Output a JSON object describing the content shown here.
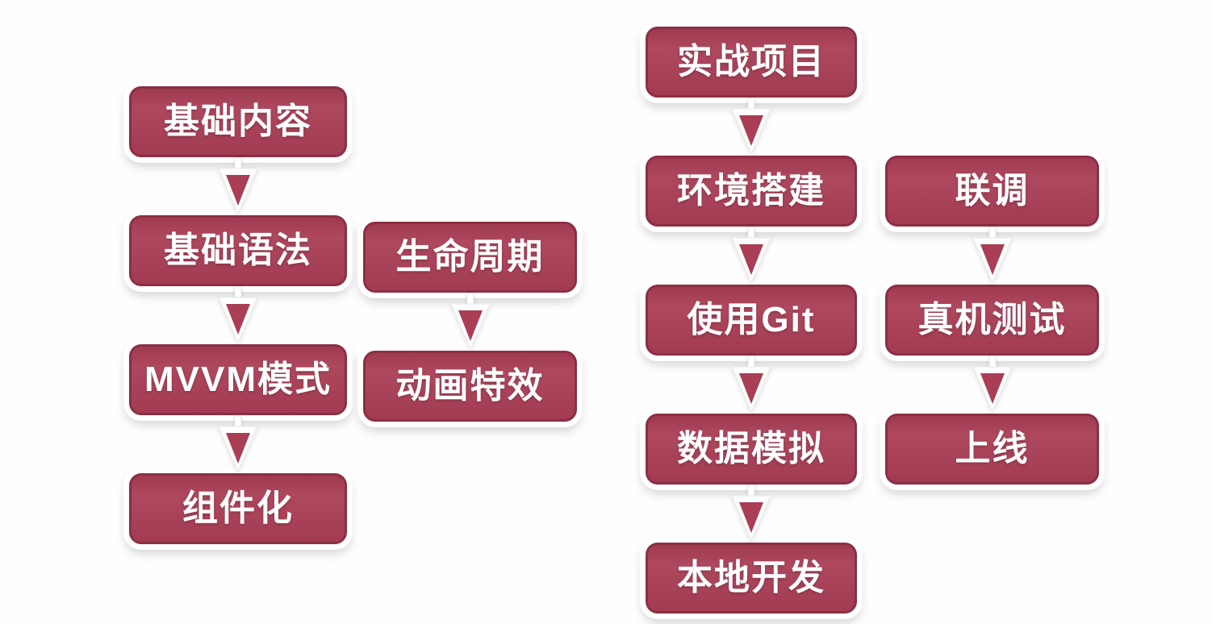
{
  "diagram": {
    "type": "flowchart",
    "colors": {
      "background": "#fefefe",
      "node_fill": "#a93e55",
      "node_border": "#8c2f44",
      "node_ring": "#ffffff",
      "text": "#ffffff"
    },
    "columns": [
      {
        "name": "basics",
        "nodes": [
          "基础内容",
          "基础语法",
          "MVVM模式",
          "组件化"
        ]
      },
      {
        "name": "view-topics",
        "nodes": [
          "生命周期",
          "动画特效"
        ]
      },
      {
        "name": "project",
        "nodes": [
          "实战项目",
          "环境搭建",
          "使用Git",
          "数据模拟",
          "本地开发"
        ]
      },
      {
        "name": "launch",
        "nodes": [
          "联调",
          "真机测试",
          "上线"
        ]
      }
    ]
  }
}
